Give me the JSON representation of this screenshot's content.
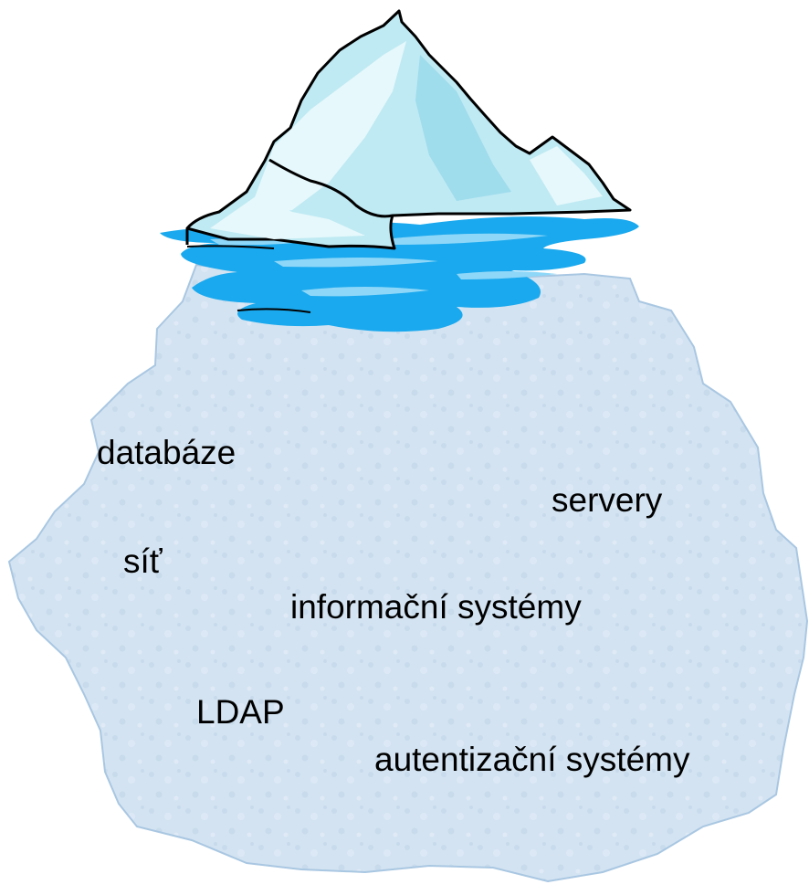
{
  "colors": {
    "submerged_fill": "#d3e3f1",
    "submerged_edge": "#a9c7e2",
    "water_main": "#1aa9ee",
    "water_light": "#8ed7f8",
    "ice_light": "#e6f8fb",
    "ice_mid": "#bfeaf3",
    "ice_dark": "#9fdcec",
    "outline": "#000000",
    "text": "#000000"
  },
  "icons": {
    "iceberg_tip": "iceberg-tip-icon",
    "water": "water-icon"
  },
  "labels": {
    "databaze": "databáze",
    "servery": "servery",
    "sit": "síť",
    "informacni_systemy": "informační systémy",
    "ldap": "LDAP",
    "autentizacni_systemy": "autentizační systémy"
  }
}
